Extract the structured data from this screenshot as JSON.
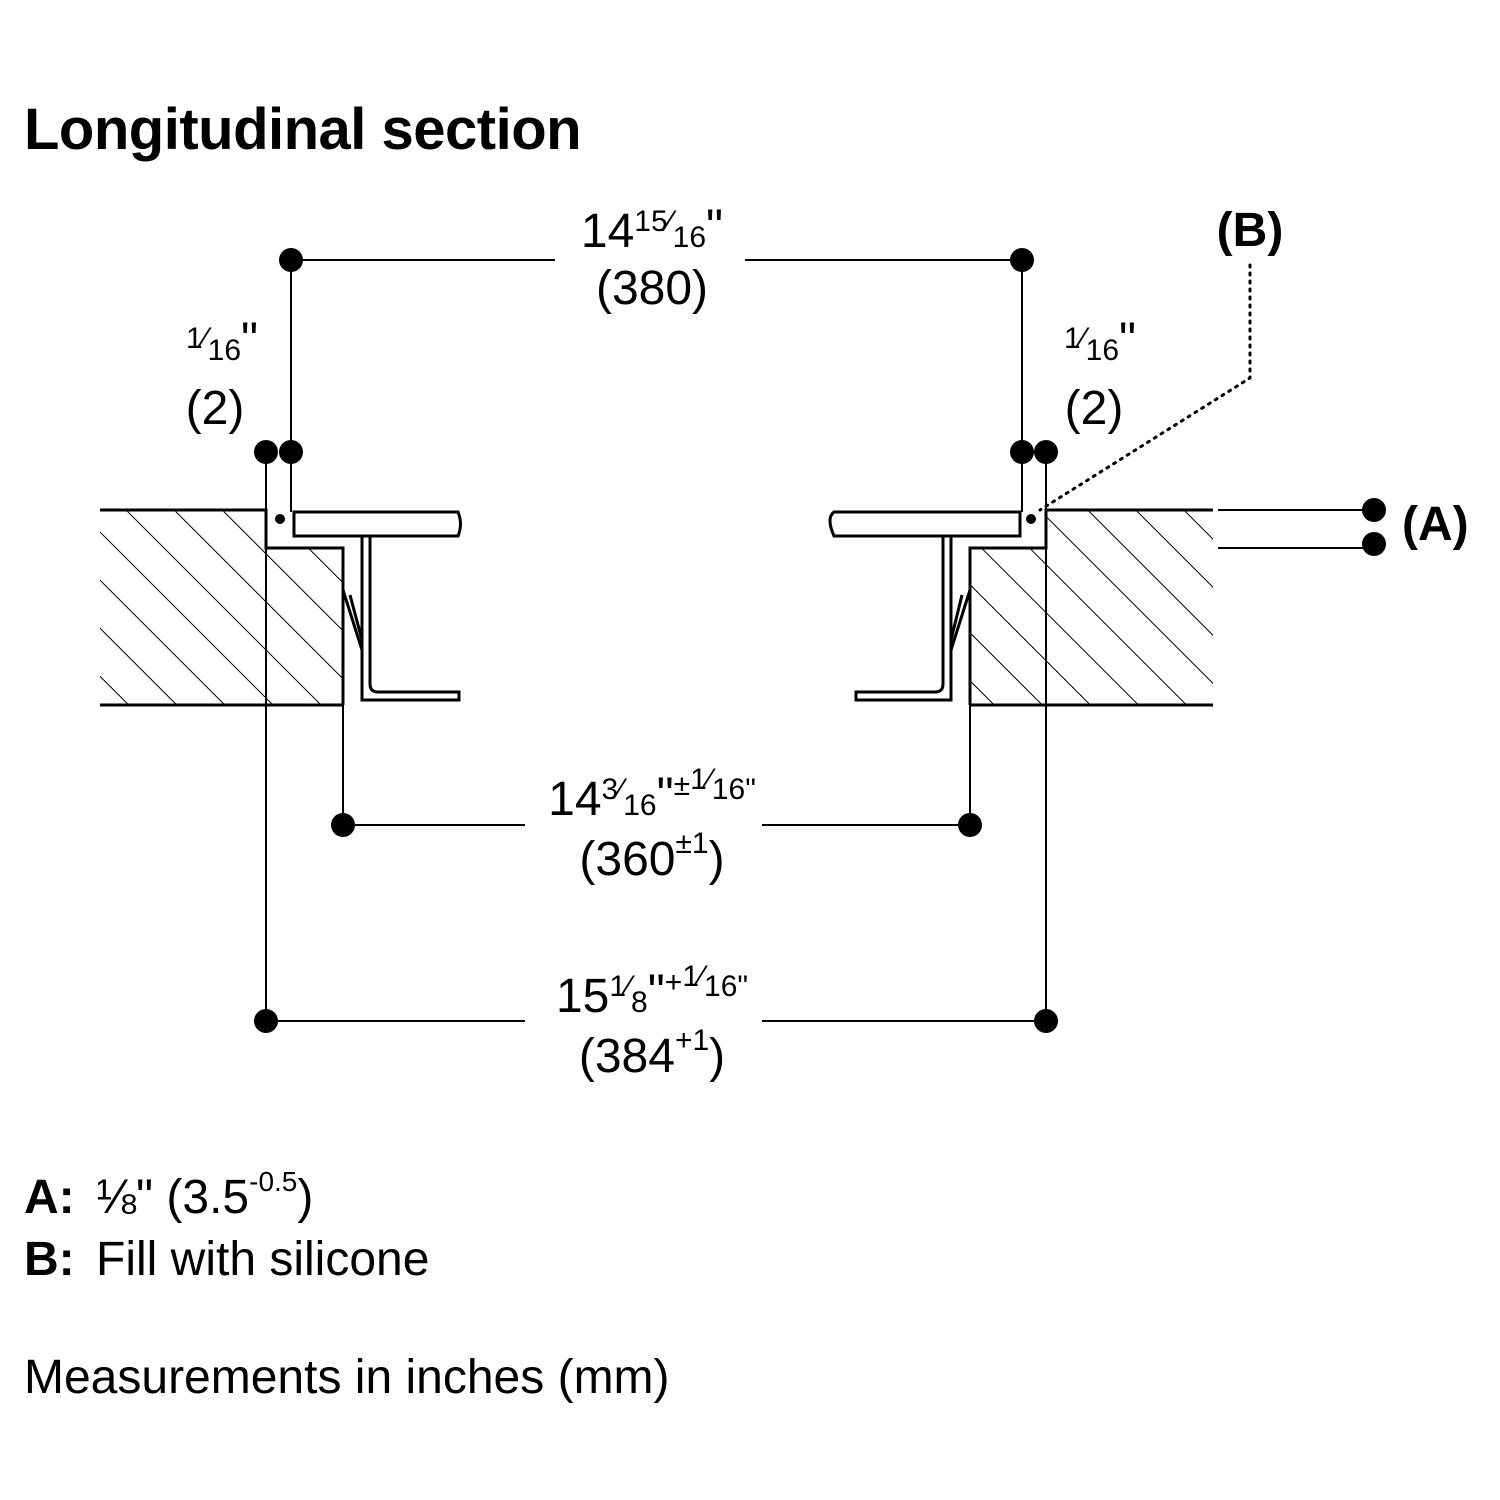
{
  "title": "Longitudinal section",
  "dimensions": {
    "top_width": {
      "inch_whole": "14",
      "inch_num": "15",
      "inch_den": "16",
      "inch_mark": "\"",
      "mm": "(380)"
    },
    "gap_left": {
      "inch_num": "1",
      "inch_den": "16",
      "inch_mark": "\"",
      "mm": "(2)"
    },
    "gap_right": {
      "inch_num": "1",
      "inch_den": "16",
      "inch_mark": "\"",
      "mm": "(2)"
    },
    "cutout_width": {
      "inch_whole": "14",
      "inch_num": "3",
      "inch_den": "16",
      "inch_mark": "\"",
      "tol_sign": "±",
      "tol_num": "1",
      "tol_den": "16",
      "tol_mark": "\"",
      "mm_open": "(360",
      "mm_tol": "±1",
      "mm_close": ")"
    },
    "overall_width": {
      "inch_whole": "15",
      "inch_num": "1",
      "inch_den": "8",
      "inch_mark": "\"",
      "tol_sign": "+",
      "tol_num": "1",
      "tol_den": "16",
      "tol_mark": "\"",
      "mm_open": "(384",
      "mm_tol": "+1",
      "mm_close": ")"
    }
  },
  "callouts": {
    "a": "(A)",
    "b": "(B)"
  },
  "legend": [
    {
      "key": "A:",
      "text": "⅛\" (3.5",
      "sup": "-0.5",
      "tail": ")"
    },
    {
      "key": "B:",
      "text": "Fill with silicone"
    }
  ],
  "units_note": "Measurements in inches (mm)"
}
